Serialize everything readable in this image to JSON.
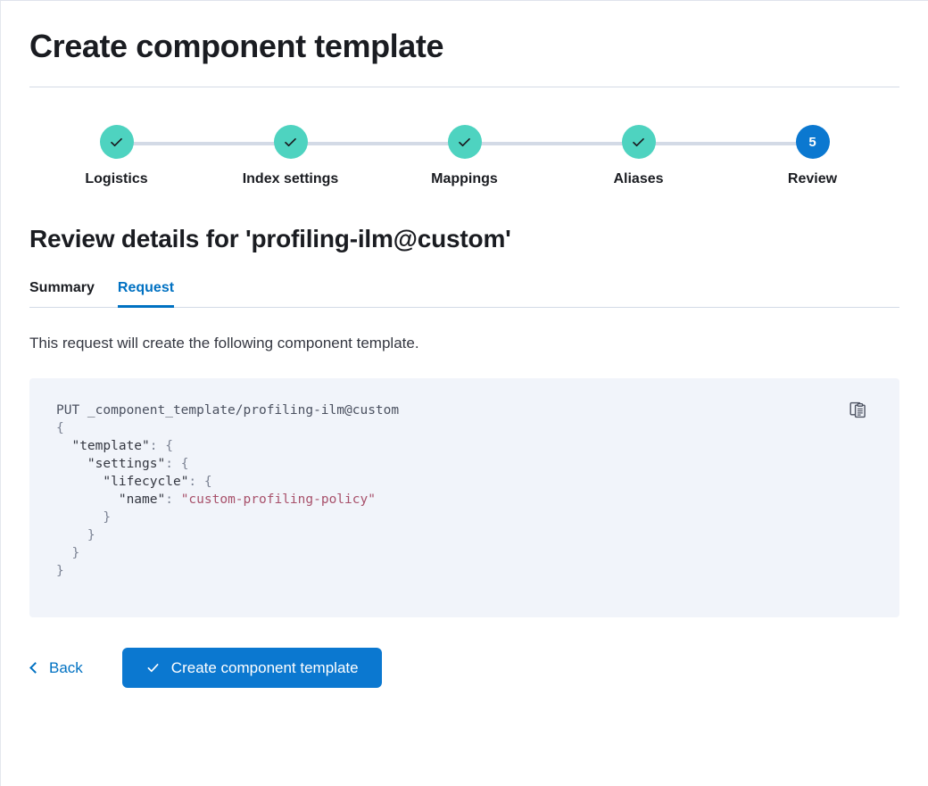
{
  "page": {
    "title": "Create component template"
  },
  "stepper": {
    "steps": [
      {
        "label": "Logistics",
        "state": "complete",
        "indicator": "check"
      },
      {
        "label": "Index settings",
        "state": "complete",
        "indicator": "check"
      },
      {
        "label": "Mappings",
        "state": "complete",
        "indicator": "check"
      },
      {
        "label": "Aliases",
        "state": "complete",
        "indicator": "check"
      },
      {
        "label": "Review",
        "state": "active",
        "indicator": "5"
      }
    ],
    "complete_color": "#4ed3c0",
    "active_color": "#0b78d0",
    "connector_color": "#d3dae6"
  },
  "review": {
    "section_title": "Review details for 'profiling-ilm@custom'",
    "tabs": [
      {
        "label": "Summary",
        "active": false
      },
      {
        "label": "Request",
        "active": true
      }
    ],
    "description": "This request will create the following component template.",
    "copy_icon": "clipboard-copy-icon",
    "request": {
      "method": "PUT",
      "path": "_component_template/profiling-ilm@custom",
      "lines": [
        "PUT _component_template/profiling-ilm@custom",
        "{",
        "  \"template\": {",
        "    \"settings\": {",
        "      \"lifecycle\": {",
        "        \"name\": \"custom-profiling-policy\"",
        "      }",
        "    }",
        "  }",
        "}"
      ],
      "body": {
        "template": {
          "settings": {
            "lifecycle": {
              "name": "custom-profiling-policy"
            }
          }
        }
      },
      "string_color": "#a8516b",
      "background_color": "#f1f4fa"
    }
  },
  "footer": {
    "back_label": "Back",
    "back_icon": "chevron-left-icon",
    "submit_label": "Create component template",
    "submit_icon": "check-icon",
    "submit_color": "#0b78d0",
    "link_color": "#0071c2"
  }
}
